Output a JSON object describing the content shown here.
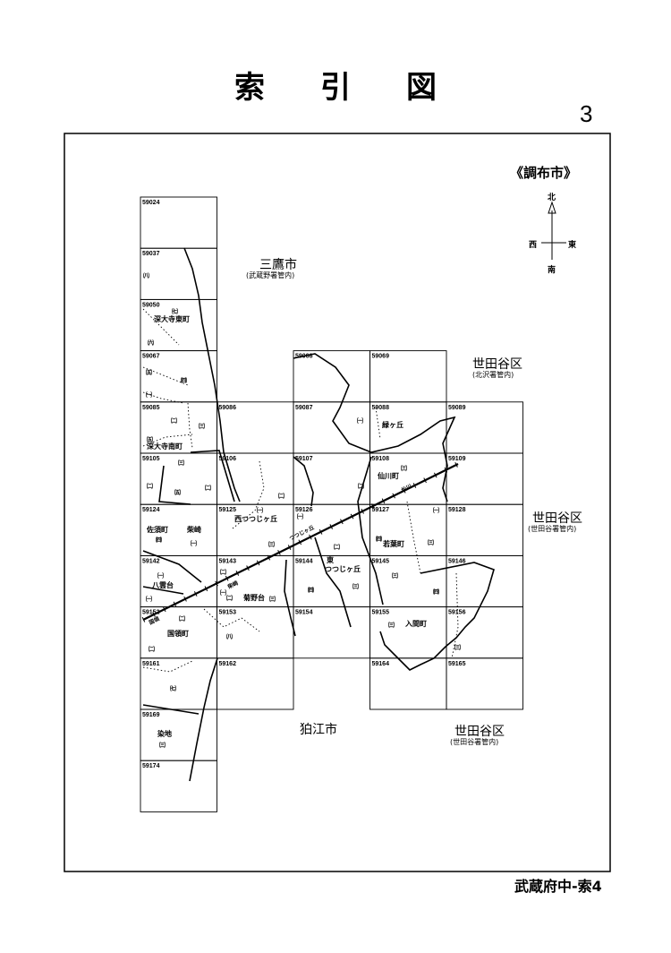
{
  "header": {
    "title": "索引図",
    "page_number": "3",
    "footer": "武蔵府中-索4"
  },
  "city": "《調布市》",
  "compass": {
    "north": "北",
    "south": "南",
    "east": "東",
    "west": "西"
  },
  "cells": [
    {
      "id": "59024",
      "col": 0,
      "row": 0
    },
    {
      "id": "59037",
      "col": 0,
      "row": 1
    },
    {
      "id": "59050",
      "col": 0,
      "row": 2
    },
    {
      "id": "59067",
      "col": 0,
      "row": 3
    },
    {
      "id": "59068",
      "col": 2,
      "row": 3
    },
    {
      "id": "59069",
      "col": 3,
      "row": 3
    },
    {
      "id": "59085",
      "col": 0,
      "row": 4
    },
    {
      "id": "59086",
      "col": 1,
      "row": 4
    },
    {
      "id": "59087",
      "col": 2,
      "row": 4
    },
    {
      "id": "59088",
      "col": 3,
      "row": 4
    },
    {
      "id": "59089",
      "col": 4,
      "row": 4
    },
    {
      "id": "59105",
      "col": 0,
      "row": 5
    },
    {
      "id": "59106",
      "col": 1,
      "row": 5
    },
    {
      "id": "59107",
      "col": 2,
      "row": 5
    },
    {
      "id": "59108",
      "col": 3,
      "row": 5
    },
    {
      "id": "59109",
      "col": 4,
      "row": 5
    },
    {
      "id": "59124",
      "col": 0,
      "row": 6
    },
    {
      "id": "59125",
      "col": 1,
      "row": 6
    },
    {
      "id": "59126",
      "col": 2,
      "row": 6
    },
    {
      "id": "59127",
      "col": 3,
      "row": 6
    },
    {
      "id": "59128",
      "col": 4,
      "row": 6
    },
    {
      "id": "59142",
      "col": 0,
      "row": 7
    },
    {
      "id": "59143",
      "col": 1,
      "row": 7
    },
    {
      "id": "59144",
      "col": 2,
      "row": 7
    },
    {
      "id": "59145",
      "col": 3,
      "row": 7
    },
    {
      "id": "59146",
      "col": 4,
      "row": 7
    },
    {
      "id": "59152",
      "col": 0,
      "row": 8
    },
    {
      "id": "59153",
      "col": 1,
      "row": 8
    },
    {
      "id": "59154",
      "col": 2,
      "row": 8
    },
    {
      "id": "59155",
      "col": 3,
      "row": 8
    },
    {
      "id": "59156",
      "col": 4,
      "row": 8
    },
    {
      "id": "59161",
      "col": 0,
      "row": 9
    },
    {
      "id": "59162",
      "col": 1,
      "row": 9
    },
    {
      "id": "59164",
      "col": 3,
      "row": 9
    },
    {
      "id": "59165",
      "col": 4,
      "row": 9
    },
    {
      "id": "59169",
      "col": 0,
      "row": 10
    },
    {
      "id": "59174",
      "col": 0,
      "row": 11
    }
  ],
  "regions": {
    "mitaka": "三鷹市",
    "mitaka_sub": "(武蔵野署管内)",
    "setagaya1": "世田谷区",
    "setagaya1_sub": "(北沢署管内)",
    "setagaya2": "世田谷区",
    "setagaya2_sub": "(世田谷署管内)",
    "komae": "狛江市",
    "setagaya3": "世田谷区",
    "setagaya3_sub": "(世田谷署管内)"
  },
  "places": {
    "fukadaiji_higashi": "深大寺東町",
    "fukadaiji_minami": "深大寺南町",
    "midorigaoka": "緑ヶ丘",
    "sengawa": "仙川町",
    "sengawa_rail": "仙川",
    "nishitsutsuji": "西つつじヶ丘",
    "sazu": "佐須町",
    "shibasaki": "柴崎",
    "higashi": "東",
    "tsutsujigaoka": "つつじヶ丘",
    "tsutsuji_rail": "つつじヶ丘",
    "wakaba": "若葉町",
    "yagumo": "八雲台",
    "shibasaki_rail": "柴崎",
    "kikuno": "菊野台",
    "kokuryo_rail": "国領",
    "kokuryo": "国領町",
    "iruma": "入間町",
    "someji": "染地"
  },
  "chome": {
    "c1": "㈧",
    "c2": "㈦",
    "c3": "㈥",
    "c4": "㈤",
    "c5": "㈣",
    "c6": "㈠",
    "c7": "㈡",
    "c8": "㈢",
    "c9": "㈤",
    "c10": "㈢",
    "c11": "㈡",
    "c12": "㈤",
    "c13": "㈡",
    "c14": "㈣",
    "c15": "㈠",
    "c16": "㈠",
    "c17": "㈡",
    "c18": "㈢",
    "c19": "㈢",
    "c20": "㈠",
    "c21": "㈡",
    "c22": "㈠",
    "c23": "㈡",
    "c24": "㈣",
    "c25": "㈢",
    "c26": "㈠",
    "c27": "㈡",
    "c28": "㈠",
    "c29": "㈢",
    "c30": "㈣",
    "c31": "㈠",
    "c32": "㈡",
    "c33": "㈢",
    "c34": "㈢",
    "c35": "㈣",
    "c36": "㈧",
    "c37": "㈡",
    "c38": "㈢",
    "c39": "㈦",
    "c40": "㈢",
    "c41": "㈡",
    "c42": "㈢",
    "c43": "㈠"
  }
}
